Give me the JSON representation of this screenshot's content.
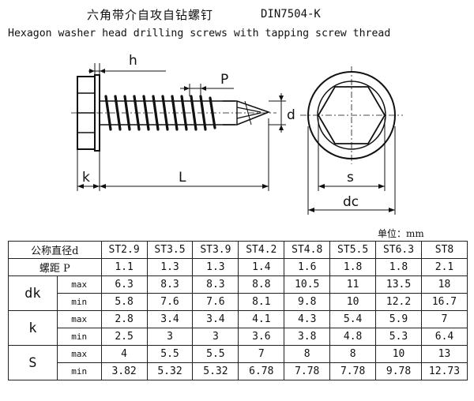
{
  "header": {
    "title_cn": "六角带介自攻自钻螺钉",
    "standard": "DIN7504-K",
    "title_en": "Hexagon washer head drilling screws with tapping screw thread"
  },
  "drawing_labels": {
    "h": "h",
    "p": "P",
    "d": "d",
    "k": "k",
    "l": "L",
    "s": "s",
    "dc": "dc"
  },
  "unit_label": "单位：mm",
  "table": {
    "corner_label": "公称直径d",
    "sizes": [
      "ST2.9",
      "ST3.5",
      "ST3.9",
      "ST4.2",
      "ST4.8",
      "ST5.5",
      "ST6.3",
      "ST8"
    ],
    "pitch_label": "螺距  P",
    "pitch": [
      "1.1",
      "1.3",
      "1.3",
      "1.4",
      "1.6",
      "1.8",
      "1.8",
      "2.1"
    ],
    "groups": [
      {
        "label": "dk",
        "rows": [
          {
            "sub": "max",
            "values": [
              "6.3",
              "8.3",
              "8.3",
              "8.8",
              "10.5",
              "11",
              "13.5",
              "18"
            ]
          },
          {
            "sub": "min",
            "values": [
              "5.8",
              "7.6",
              "7.6",
              "8.1",
              "9.8",
              "10",
              "12.2",
              "16.7"
            ]
          }
        ]
      },
      {
        "label": "k",
        "rows": [
          {
            "sub": "max",
            "values": [
              "2.8",
              "3.4",
              "3.4",
              "4.1",
              "4.3",
              "5.4",
              "5.9",
              "7"
            ]
          },
          {
            "sub": "min",
            "values": [
              "2.5",
              "3",
              "3",
              "3.6",
              "3.8",
              "4.8",
              "5.3",
              "6.4"
            ]
          }
        ]
      },
      {
        "label": "S",
        "rows": [
          {
            "sub": "max",
            "values": [
              "4",
              "5.5",
              "5.5",
              "7",
              "8",
              "8",
              "10",
              "13"
            ]
          },
          {
            "sub": "min",
            "values": [
              "3.82",
              "5.32",
              "5.32",
              "6.78",
              "7.78",
              "7.78",
              "9.78",
              "12.73"
            ]
          }
        ]
      }
    ]
  }
}
